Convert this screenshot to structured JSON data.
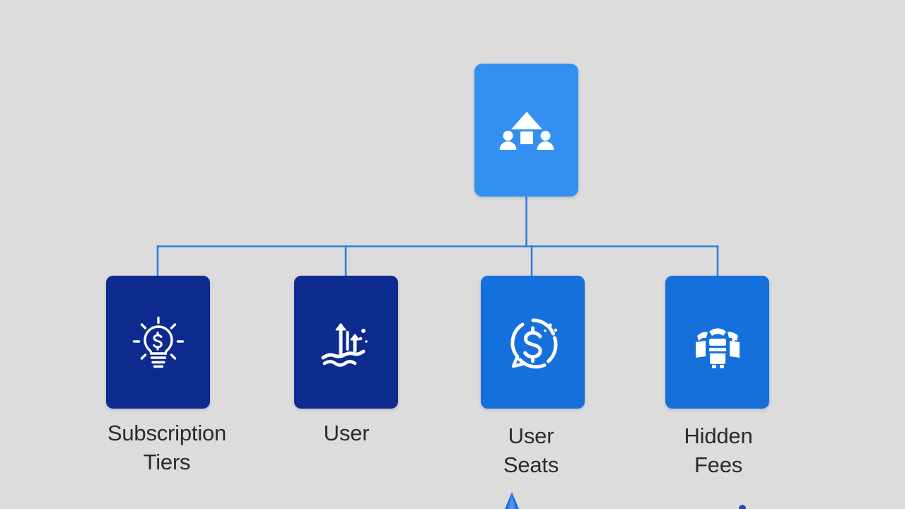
{
  "diagram": {
    "type": "hierarchy-tree",
    "background_color": "#dcdcdc",
    "connector_color": "#2f7fe0",
    "root": {
      "icon": "org-hierarchy-icon",
      "label": "",
      "color": "#3390f0"
    },
    "children": [
      {
        "label": "Subscription\nTiers",
        "icon": "lightbulb-dollar-icon",
        "color": "#0d2a8e",
        "text_color": "#2b2b2b"
      },
      {
        "label": "User",
        "icon": "growth-chart-arrow-icon",
        "color": "#0d2a8e",
        "text_color": "#2b2b2b"
      },
      {
        "label": "User\nSeats",
        "icon": "dollar-circle-icon",
        "color": "#1570dc",
        "text_color": "#2b2b2b"
      },
      {
        "label": "Hidden\nFees",
        "icon": "fragmented-globe-icon",
        "color": "#1570dc",
        "text_color": "#2b2b2b"
      }
    ],
    "bottom_accents": [
      {
        "name": "arrow-tip-accent-left",
        "color": "#1f6fe0"
      },
      {
        "name": "dot-accent-right",
        "color": "#1b4fa8"
      }
    ]
  }
}
